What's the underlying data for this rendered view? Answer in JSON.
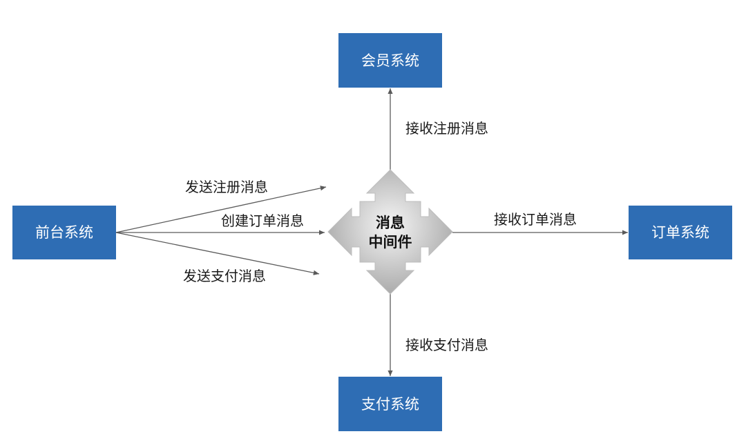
{
  "colors": {
    "box": "#2e6db4",
    "box_text": "#ffffff",
    "line": "#5a5a5a",
    "label": "#1a1a1a",
    "hub_text": "#111111",
    "hub_light": "#f6f6f6",
    "hub_dark": "#a4a4a4",
    "hub_edge": "#bdbdbd"
  },
  "nodes": {
    "member_system": "会员系统",
    "frontend_system": "前台系统",
    "order_system": "订单系统",
    "payment_system": "支付系统",
    "message_middleware": {
      "line1": "消息",
      "line2": "中间件"
    }
  },
  "edges": {
    "send_register": "发送注册消息",
    "create_order": "创建订单消息",
    "send_payment": "发送支付消息",
    "receive_register": "接收注册消息",
    "receive_order": "接收订单消息",
    "receive_payment": "接收支付消息"
  }
}
